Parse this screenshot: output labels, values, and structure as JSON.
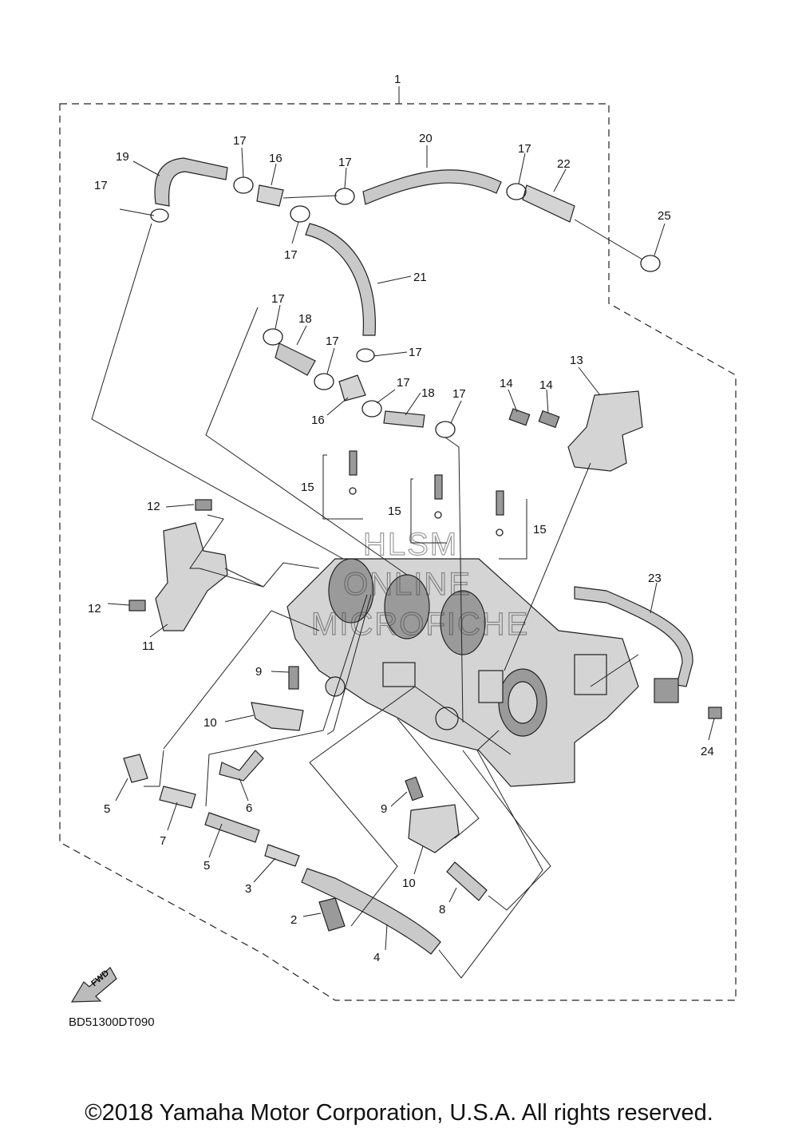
{
  "diagram": {
    "code": "BD51300DT090",
    "copyright": "©2018 Yamaha Motor Corporation, U.S.A. All rights reserved.",
    "watermark": [
      "HLSM",
      "ONLINE",
      "MICROFICHE"
    ],
    "fwd_label": "FWD",
    "callouts": {
      "c1": "1",
      "c2": "2",
      "c3": "3",
      "c4": "4",
      "c5a": "5",
      "c5b": "5",
      "c6": "6",
      "c7": "7",
      "c8": "8",
      "c9a": "9",
      "c9b": "9",
      "c10a": "10",
      "c10b": "10",
      "c11": "11",
      "c12a": "12",
      "c12b": "12",
      "c13": "13",
      "c14a": "14",
      "c14b": "14",
      "c15a": "15",
      "c15b": "15",
      "c15c": "15",
      "c16a": "16",
      "c16b": "16",
      "c17a": "17",
      "c17b": "17",
      "c17c": "17",
      "c17d": "17",
      "c17e": "17",
      "c17f": "17",
      "c17g": "17",
      "c17h": "17",
      "c17i": "17",
      "c17j": "17",
      "c18a": "18",
      "c18b": "18",
      "c19": "19",
      "c20": "20",
      "c21": "21",
      "c22": "22",
      "c23": "23",
      "c24": "24",
      "c25": "25"
    }
  }
}
